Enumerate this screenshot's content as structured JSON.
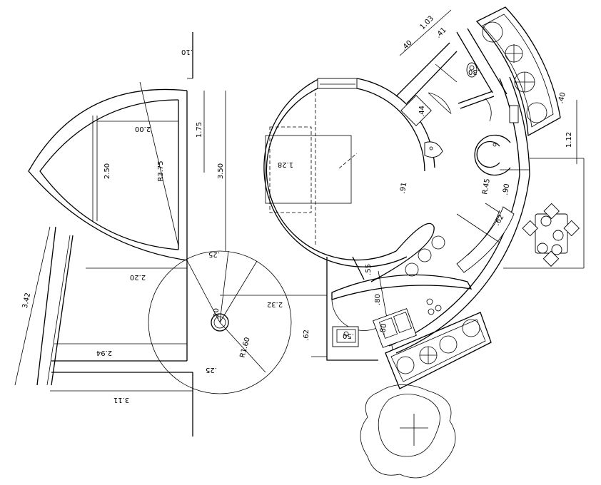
{
  "labels": {
    "d_010": ".10",
    "d_175": "1.75",
    "d_200": "2.00",
    "d_250": "2.50",
    "d_r375": "R3.75",
    "d_350": "3.50",
    "d_128": "1.28",
    "d_025a": ".25",
    "d_220": "2.20",
    "d_232": "2.32",
    "d_342": "3.42",
    "d_020": ".20",
    "d_294": "2.94",
    "d_r160": "R1.60",
    "d_025b": ".25",
    "d_311": "3.11",
    "d_062": ".62",
    "d_040a": ".40",
    "d_103": "1.03",
    "d_041": ".41",
    "d_040b": ".40",
    "d_112": "1.12",
    "d_044": ".44",
    "d_030": ".30",
    "d_091": ".91",
    "d_r045": "R.45",
    "d_090": ".90",
    "d_062b": ".62",
    "d_055": ".55",
    "d_080a": ".80",
    "d_080b": ".80",
    "d_050": ".50"
  }
}
